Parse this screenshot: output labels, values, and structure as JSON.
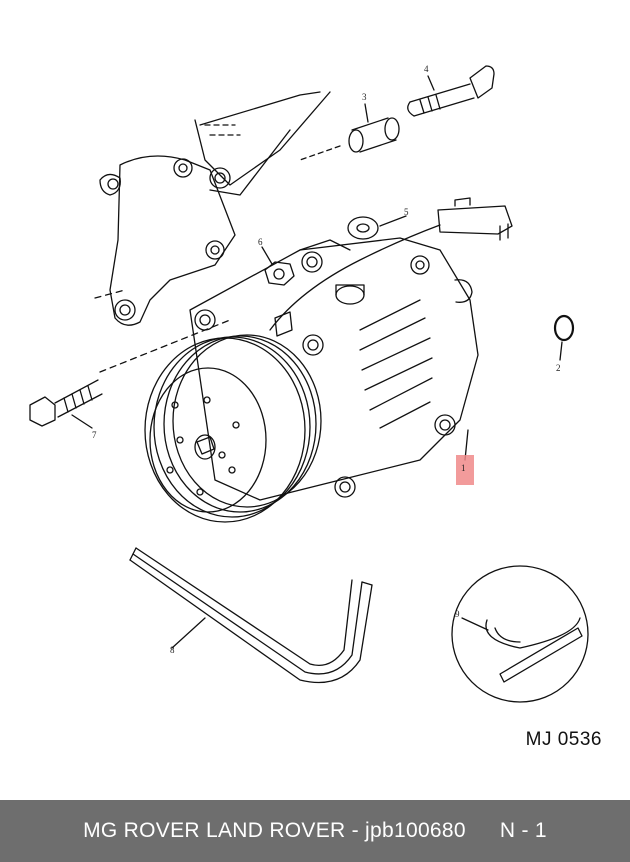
{
  "diagram": {
    "callouts": {
      "c1": "1",
      "c2": "2",
      "c3": "3",
      "c4": "4",
      "c5": "5",
      "c6": "6",
      "c7": "7",
      "c8": "8",
      "c9": "9"
    },
    "highlight_color": "#f08a8a",
    "reference_code": "MJ 0536"
  },
  "footer": {
    "title": "MG ROVER LAND ROVER - jpb100680",
    "quantity": "N - 1"
  }
}
